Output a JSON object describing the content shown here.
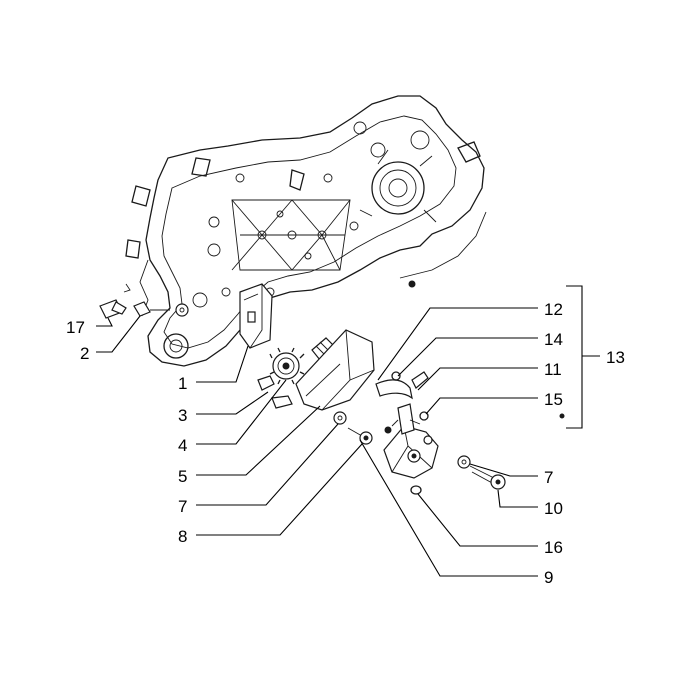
{
  "diagram": {
    "callouts": [
      {
        "id": "17",
        "label": "17"
      },
      {
        "id": "2",
        "label": "2"
      },
      {
        "id": "1",
        "label": "1"
      },
      {
        "id": "3",
        "label": "3"
      },
      {
        "id": "4",
        "label": "4"
      },
      {
        "id": "5",
        "label": "5"
      },
      {
        "id": "7a",
        "label": "7"
      },
      {
        "id": "8",
        "label": "8"
      },
      {
        "id": "12",
        "label": "12"
      },
      {
        "id": "14",
        "label": "14"
      },
      {
        "id": "11",
        "label": "11"
      },
      {
        "id": "15",
        "label": "15"
      },
      {
        "id": "13",
        "label": "13"
      },
      {
        "id": "7b",
        "label": "7"
      },
      {
        "id": "10",
        "label": "10"
      },
      {
        "id": "16",
        "label": "16"
      },
      {
        "id": "9",
        "label": "9"
      }
    ]
  }
}
